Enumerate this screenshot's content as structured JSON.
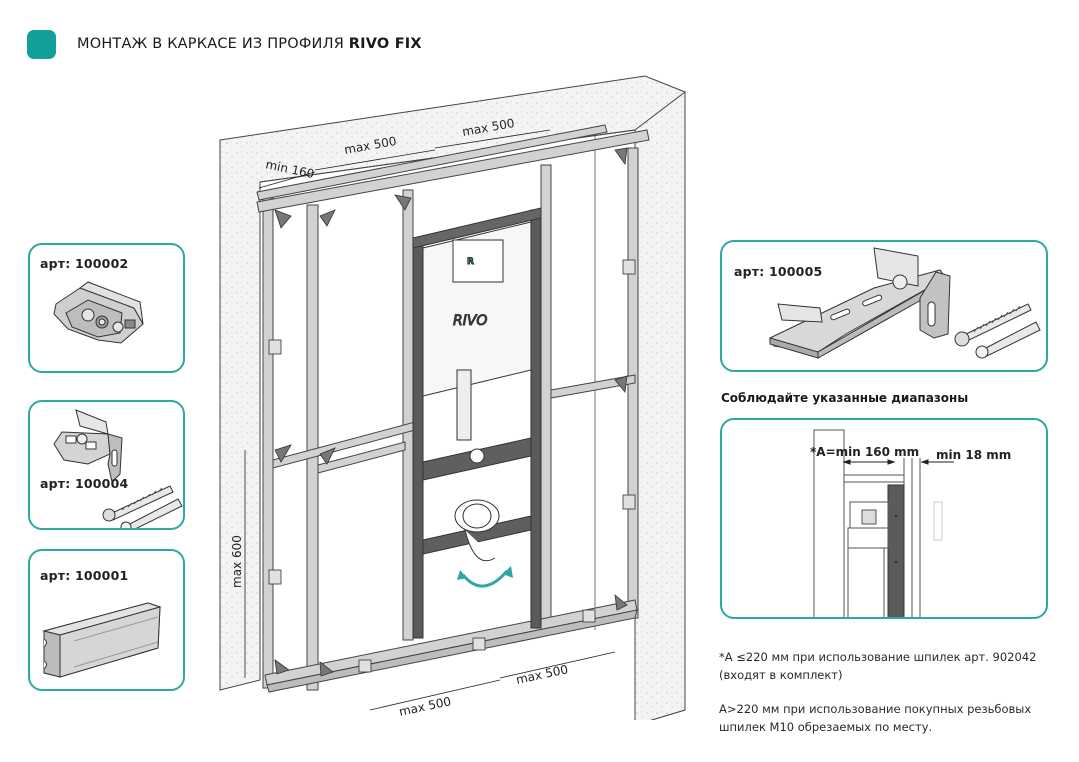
{
  "header": {
    "title_regular": "МОНТАЖ В КАРКАСЕ ИЗ ПРОФИЛЯ ",
    "title_bold": "RIVO FIX",
    "badge_color": "#13a09a"
  },
  "parts": [
    {
      "label": "арт: 100002",
      "name": "corner-connector"
    },
    {
      "label": "арт: 100004",
      "name": "wall-bracket-with-anchor"
    },
    {
      "label": "арт: 100001",
      "name": "aluminium-profile"
    },
    {
      "label": "арт: 100005",
      "name": "adjustable-wall-bracket-with-anchor"
    }
  ],
  "main_diagram": {
    "dimensions": {
      "top_min": "min 160",
      "top_max_1": "max 500",
      "top_max_2": "max 500",
      "side_max": "max 600",
      "bottom_max_1": "max 500",
      "bottom_max_2": "max 500"
    },
    "frame_brand": "RIVO",
    "accent_color": "#2ea8a2"
  },
  "ranges": {
    "title": "Соблюдайте указанные диапазоны",
    "dim_a": "*A=min 160 mm",
    "dim_min": "min 18 mm"
  },
  "notes": [
    "*А ≤220 мм при использование шпилек арт. 902042 (входят в комплект)",
    "А>220 мм при использование покупных резьбовых шпилек М10 обрезаемых по месту."
  ],
  "colors": {
    "card_border": "#2ea8a2",
    "profile_grey": "#c9c9c9",
    "dark_frame": "#555555"
  }
}
